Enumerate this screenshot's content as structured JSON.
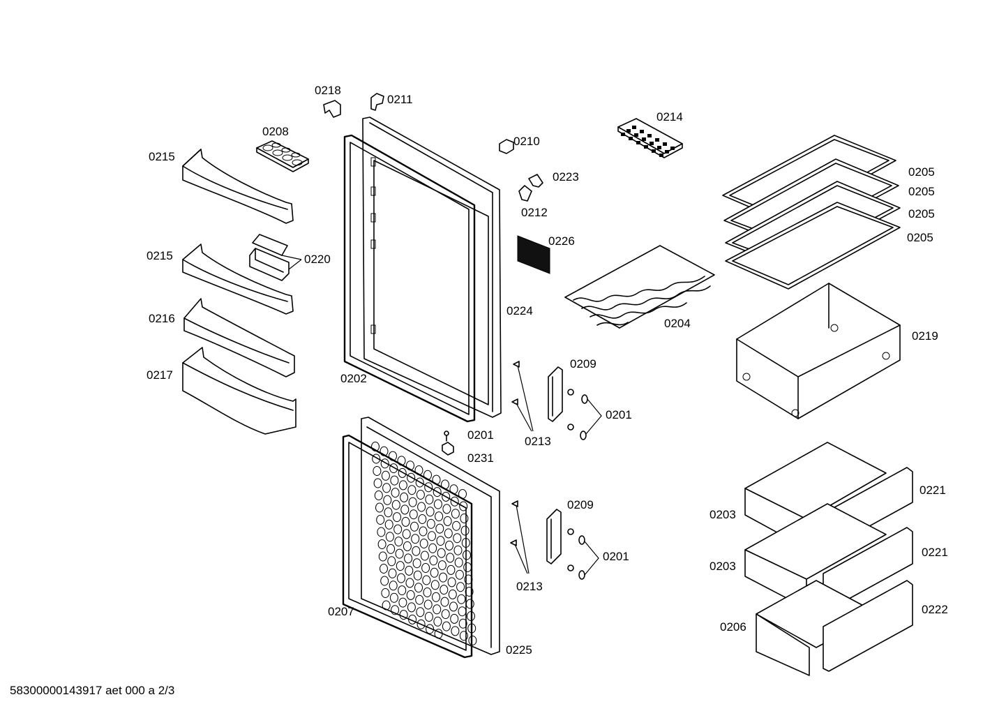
{
  "labels": {
    "l0218": "0218",
    "l0211": "0211",
    "l0208": "0208",
    "l0215a": "0215",
    "l0215b": "0215",
    "l0216": "0216",
    "l0217": "0217",
    "l0220": "0220",
    "l0202": "0202",
    "l0210": "0210",
    "l0223": "0223",
    "l0212": "0212",
    "l0226": "0226",
    "l0224": "0224",
    "l0214": "0214",
    "l0205a": "0205",
    "l0205b": "0205",
    "l0205c": "0205",
    "l0205d": "0205",
    "l0204": "0204",
    "l0219": "0219",
    "l0209a": "0209",
    "l0201a": "0201",
    "l0213a": "0213",
    "l0201b": "0201",
    "l0231": "0231",
    "l0209b": "0209",
    "l0201c": "0201",
    "l0213b": "0213",
    "l0207": "0207",
    "l0225": "0225",
    "l0221a": "0221",
    "l0221b": "0221",
    "l0222": "0222",
    "l0203a": "0203",
    "l0203b": "0203",
    "l0206": "0206"
  },
  "footer": {
    "reference": "58300000143917 aet 000 a 2/3"
  }
}
